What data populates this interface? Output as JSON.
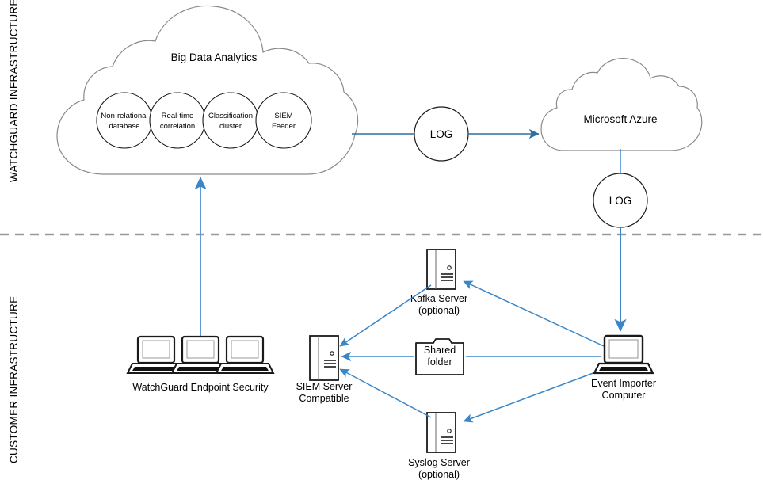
{
  "zones": {
    "top": "WATCHGUARD INFRASTRUCTURE",
    "bottom": "CUSTOMER INFRASTRUCTURE"
  },
  "colors": {
    "arrow_blue": "#3a86c8",
    "link_blue": "#2e6da4",
    "outline_dark": "#3a3a3a",
    "cloud_stroke": "#888888",
    "divider_gray": "#999999",
    "text": "#000000"
  },
  "bigdata": {
    "title": "Big Data Analytics",
    "circles": [
      {
        "line1": "Non-relational",
        "line2": "database"
      },
      {
        "line1": "Real-time",
        "line2": "correlation"
      },
      {
        "line1": "Classification",
        "line2": "cluster"
      },
      {
        "line1": "SIEM",
        "line2": "Feeder"
      }
    ]
  },
  "azure": {
    "title": "Microsoft Azure"
  },
  "logs": {
    "upper": "LOG",
    "lower": "LOG"
  },
  "nodes": {
    "endpoints": {
      "label": "WatchGuard Endpoint Security"
    },
    "siem_server": {
      "line1": "SIEM Server",
      "line2": "Compatible"
    },
    "kafka_server": {
      "line1": "Kafka Server",
      "line2": "(optional)"
    },
    "syslog_server": {
      "line1": "Syslog Server",
      "line2": "(optional)"
    },
    "shared_folder": {
      "line1": "Shared",
      "line2": "folder"
    },
    "event_importer": {
      "line1": "Event Importer",
      "line2": "Computer"
    }
  }
}
